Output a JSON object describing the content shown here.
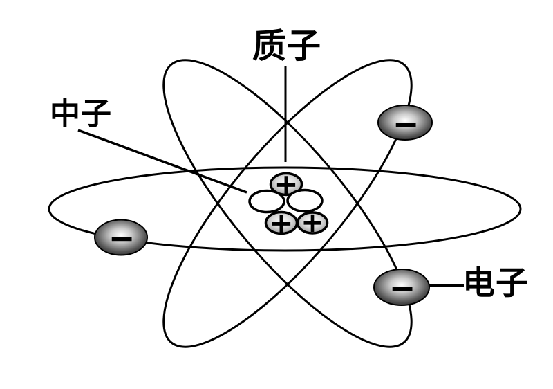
{
  "diagram": {
    "type": "atom-structure-diagram",
    "background_color": "#ffffff",
    "line_color": "#000000",
    "labels": {
      "proton": "质子",
      "neutron": "中子",
      "electron": "电子"
    },
    "symbols": {
      "plus": "+",
      "minus": "−"
    },
    "particles": {
      "protons": {
        "count": 3,
        "symbol": "+",
        "center_color": "#fbfbfb",
        "edge_color": "#8c8c8c"
      },
      "neutrons": {
        "count": 2,
        "fill_color": "#ffffff"
      },
      "electrons": {
        "count": 3,
        "symbol": "−",
        "highlight_color": "#ffffff",
        "edge_color": "#000000"
      }
    },
    "orbit_count": 3
  }
}
